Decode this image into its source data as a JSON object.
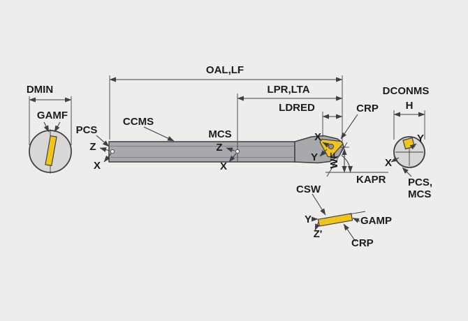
{
  "diagram": {
    "labels": {
      "oal_lf": "OAL,LF",
      "lpr_lta": "LPR,LTA",
      "ldred": "LDRED",
      "dconms": "DCONMS",
      "h": "H",
      "dmin": "DMIN",
      "gamf": "GAMF",
      "pcs": "PCS",
      "ccms": "CCMS",
      "mcs": "MCS",
      "crp_head": "CRP",
      "wf": "WF",
      "kapr": "KAPR",
      "csw": "CSW",
      "gamp": "GAMP",
      "crp_detail": "CRP",
      "pcs_mcs_line1": "PCS,",
      "pcs_mcs_line2": "MCS"
    },
    "axes": {
      "shank_end": {
        "z": "Z",
        "x": "X"
      },
      "mid": {
        "z": "Z",
        "x": "X"
      },
      "head": {
        "x": "X",
        "y": "Y"
      },
      "connection_end": {
        "y": "Y",
        "x": "X"
      },
      "insert_detail": {
        "y": "Y",
        "z_prime": "Z'"
      }
    },
    "colors": {
      "insert": "#f0c41b",
      "body": "#a9a9ad",
      "view": "#d9d8d7",
      "line": "#3f3f46",
      "text": "#1c1c1c",
      "background": "#efedeb"
    }
  }
}
